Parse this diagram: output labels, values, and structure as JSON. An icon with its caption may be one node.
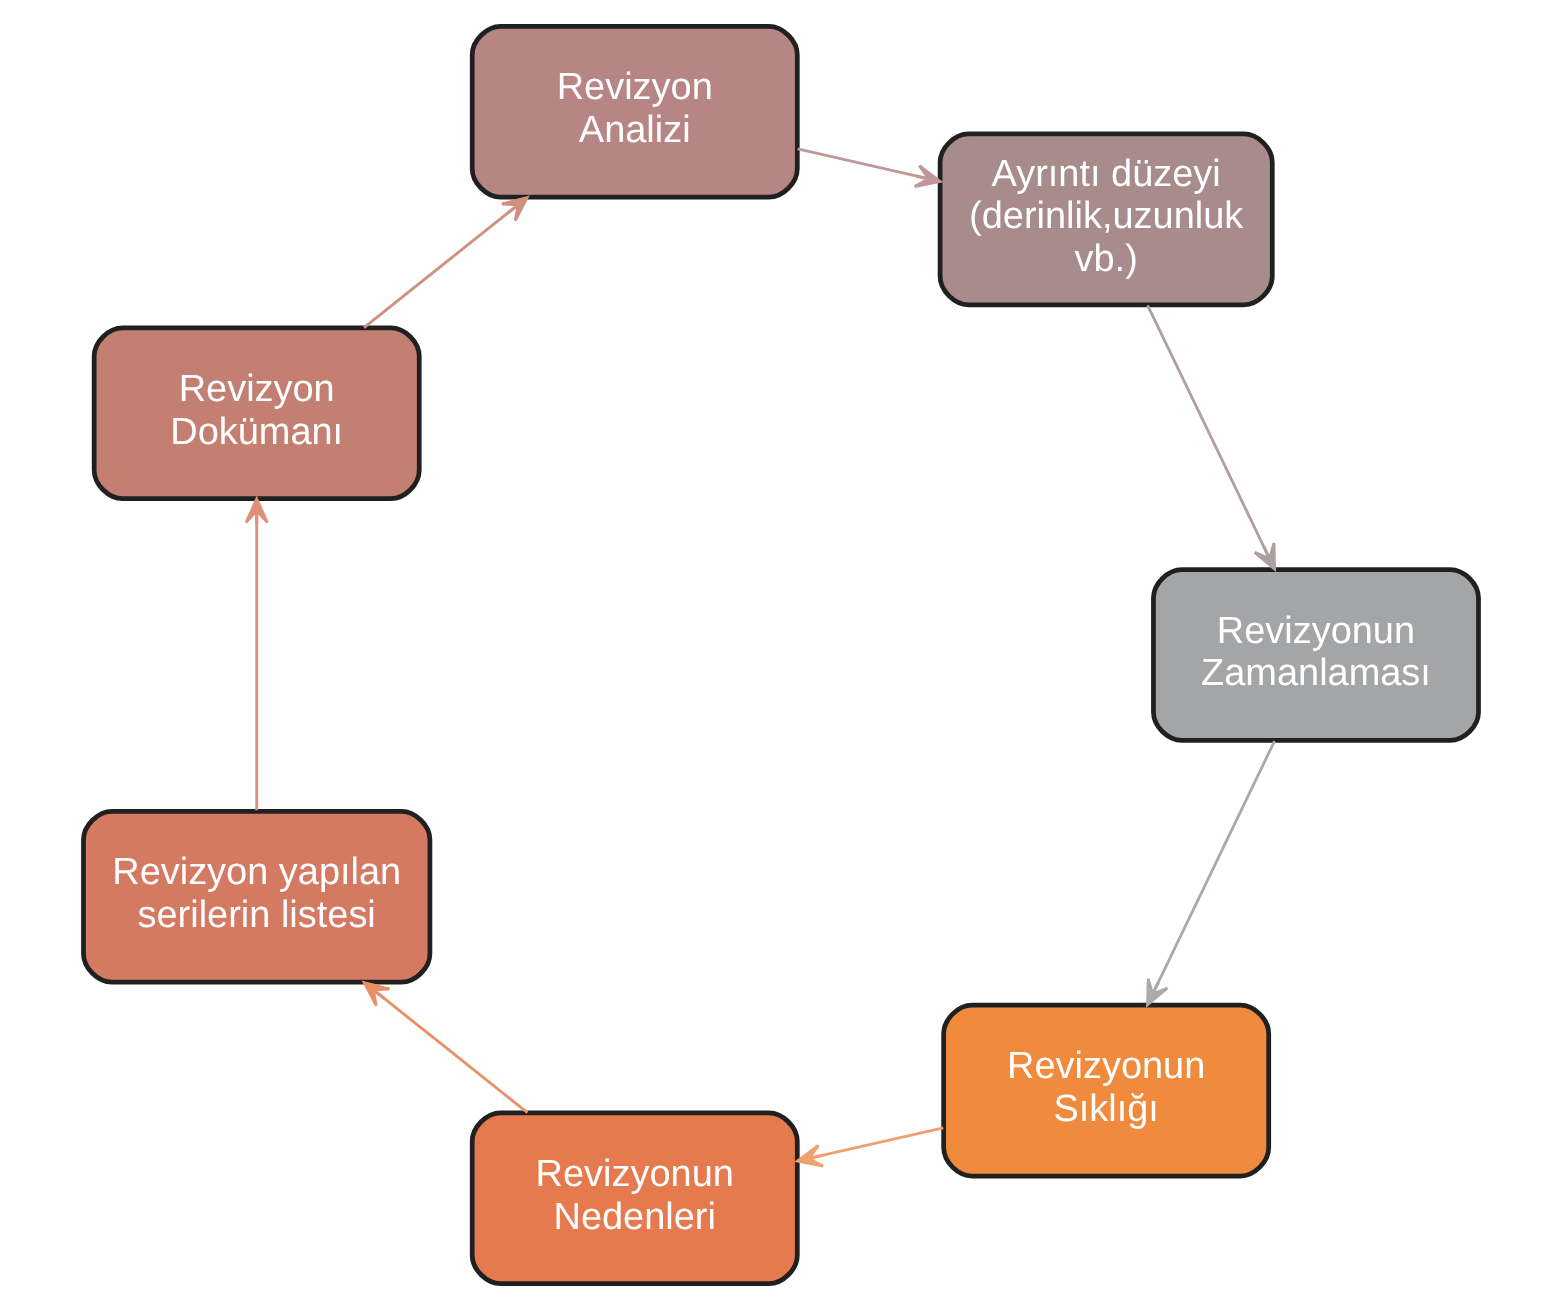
{
  "diagram": {
    "nodes": [
      {
        "text": [
          "Revizyonun Sıklığı"
        ]
      },
      {
        "text": [
          "Revizyonun Nedenleri"
        ]
      },
      {
        "text": [
          "Revizyon yapılan serilerin listesi"
        ]
      },
      {
        "text": [
          "Revizyon Dokümanı"
        ]
      },
      {
        "text": [
          "Revizyon Analizi"
        ]
      },
      {
        "text": [
          "Ayrıntı düzeyi (derinlik,uzunluk vb.)"
        ]
      },
      {
        "text": [
          "Revizyonun Zamanlaması"
        ]
      }
    ],
    "edges": [
      {
        "from": 0,
        "to": 1,
        "arrow": "to",
        "color": "#f0a070"
      },
      {
        "from": 1,
        "to": 2,
        "arrow": "to",
        "color": "#e89068"
      },
      {
        "from": 2,
        "to": 3,
        "arrow": "to",
        "color": "#e09078"
      },
      {
        "from": 3,
        "to": 4,
        "arrow": "to",
        "color": "#d09080"
      },
      {
        "from": 4,
        "to": 5,
        "arrow": "to",
        "color": "#c09898"
      },
      {
        "from": 5,
        "to": 6,
        "arrow": "to",
        "color": "#b0a0a0"
      },
      {
        "from": 6,
        "to": 0,
        "arrow": "to",
        "color": "#b0a8a8"
      }
    ]
  }
}
